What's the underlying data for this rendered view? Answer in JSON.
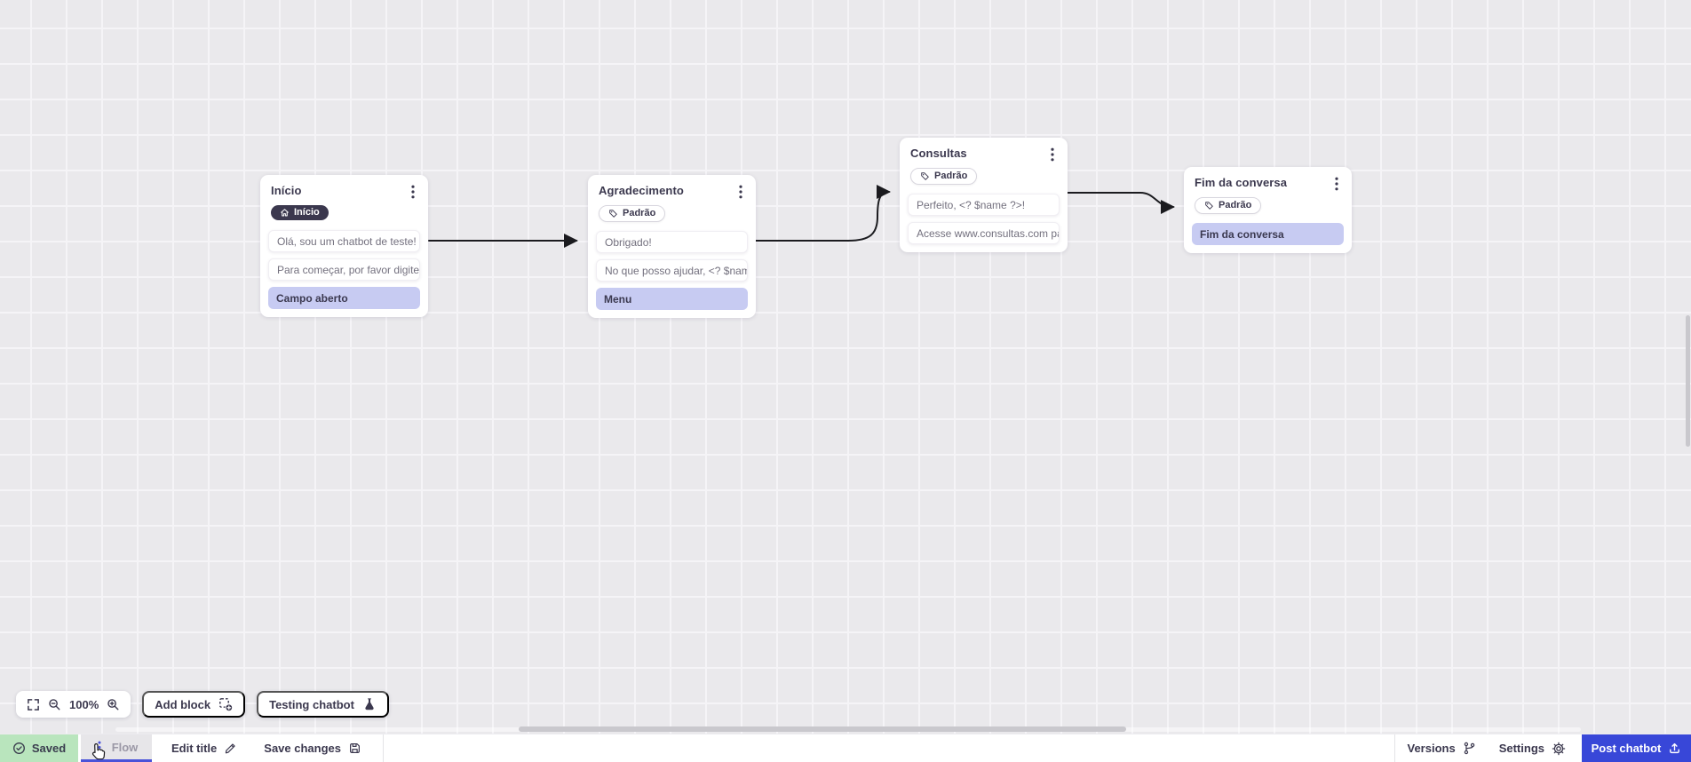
{
  "canvas": {
    "nodes": [
      {
        "title": "Início",
        "badge_label": "Início",
        "badge_type": "start",
        "messages": [
          {
            "text": "Olá, sou um chatbot de teste!",
            "kind": "message"
          },
          {
            "text": "Para começar, por favor digite o ...",
            "kind": "message"
          },
          {
            "text": "Campo aberto",
            "kind": "input"
          }
        ]
      },
      {
        "title": "Agradecimento",
        "badge_label": "Padrão",
        "badge_type": "default",
        "messages": [
          {
            "text": "Obrigado!",
            "kind": "message"
          },
          {
            "text": "No que posso ajudar, <? $name ...",
            "kind": "message"
          },
          {
            "text": "Menu",
            "kind": "input"
          }
        ]
      },
      {
        "title": "Consultas",
        "badge_label": "Padrão",
        "badge_type": "default",
        "messages": [
          {
            "text": "Perfeito, <? $name ?>!",
            "kind": "message"
          },
          {
            "text": "Acesse www.consultas.com par...",
            "kind": "message"
          }
        ]
      },
      {
        "title": "Fim da conversa",
        "badge_label": "Padrão",
        "badge_type": "default",
        "messages": [
          {
            "text": "Fim da conversa",
            "kind": "input"
          }
        ]
      }
    ]
  },
  "toolbar": {
    "zoom_level": "100%",
    "add_block_label": "Add block",
    "testing_label": "Testing chatbot"
  },
  "statusbar": {
    "saved_label": "Saved",
    "flow_tab_label": "Flow",
    "edit_title_label": "Edit title",
    "save_changes_label": "Save changes",
    "versions_label": "Versions",
    "settings_label": "Settings",
    "post_label": "Post chatbot"
  },
  "colors": {
    "accent": "#3847d8",
    "saved_bg": "#b9e5bd",
    "lavender_card": "#c7cbf2",
    "node_dark": "#3b384e",
    "canvas_bg": "#eae9ec"
  }
}
